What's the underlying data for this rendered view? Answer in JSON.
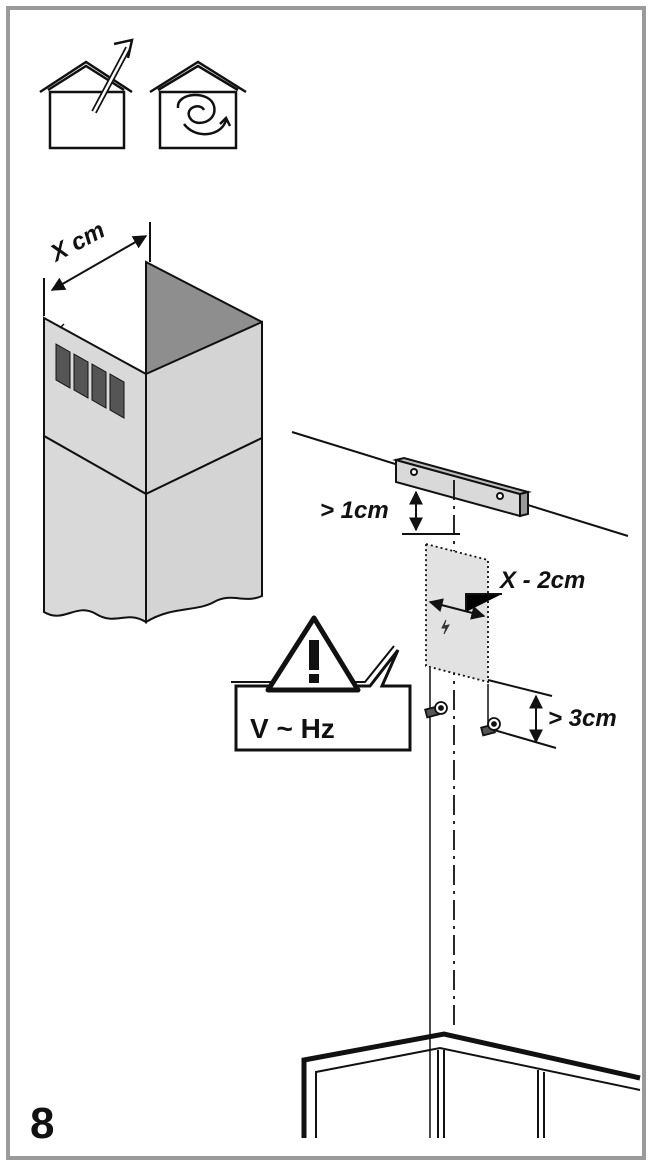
{
  "step_number": "8",
  "labels": {
    "chimney_width": "X cm",
    "bracket_gap": "> 1cm",
    "zone_width": "X - 2cm",
    "screw_gap": "> 3cm",
    "voltage": "V ~ Hz"
  },
  "icons": {
    "ducted": "house-exhaust-icon",
    "recirculation": "house-recirculation-icon",
    "warning": "warning-triangle-icon",
    "electric": "lightning-icon"
  },
  "colors": {
    "frame": "#9a9a9a",
    "line": "#111111",
    "panel_fill": "#d9d9d9",
    "panel_dark": "#8e8e8e",
    "zone_fill": "#e2e2e2"
  }
}
